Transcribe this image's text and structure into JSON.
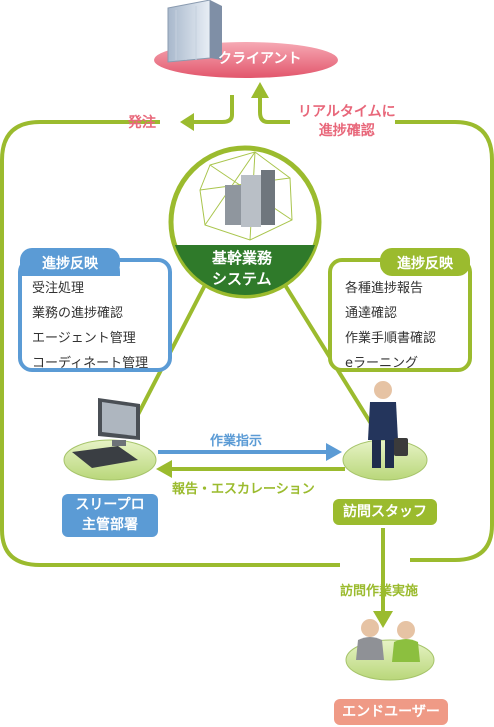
{
  "client": {
    "label": "クライアント"
  },
  "order_label": "発注",
  "realtime_label": "リアルタイムに\n進捗確認",
  "core_system": {
    "label_line1": "基幹業務",
    "label_line2": "システム"
  },
  "left_panel": {
    "title": "進捗反映",
    "items": [
      "受注処理",
      "業務の進捗確認",
      "エージェント管理",
      "コーディネート管理"
    ]
  },
  "right_panel": {
    "title": "進捗反映",
    "items": [
      "各種進捗報告",
      "通達確認",
      "作業手順書確認",
      "eラーニング"
    ]
  },
  "work_instruction": "作業指示",
  "report_label": "報告・エスカレーション",
  "sleepro": {
    "line1": "スリープロ",
    "line2": "主管部署"
  },
  "staff": {
    "label": "訪問スタッフ"
  },
  "visit_work": "訪問作業実施",
  "end_user": {
    "label": "エンドユーザー"
  },
  "colors": {
    "green": "#9bbb2e",
    "dark_green": "#2f7a2a",
    "blue": "#5b9bd5",
    "pink": "#e8677a",
    "salmon": "#ef9a86"
  }
}
